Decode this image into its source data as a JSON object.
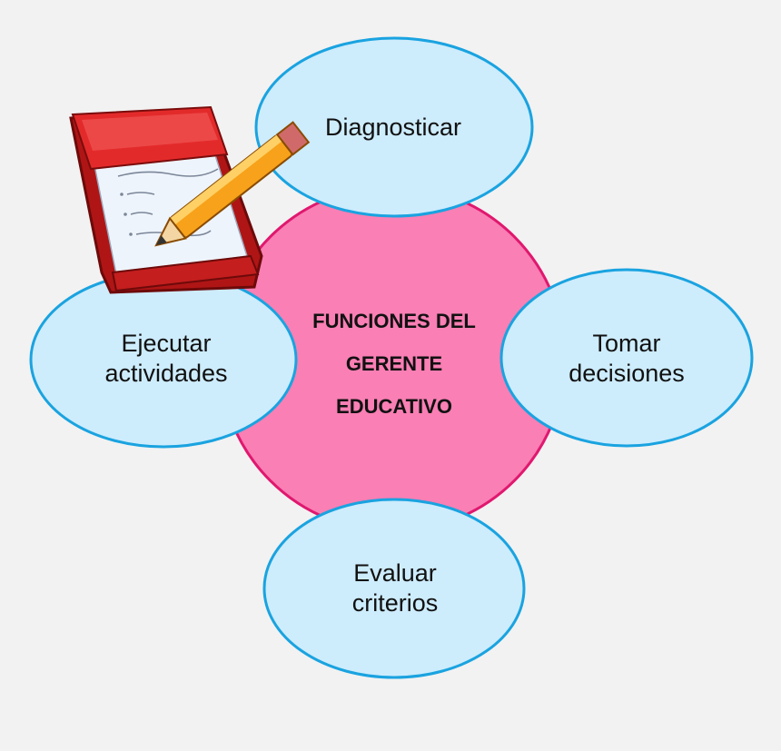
{
  "center": {
    "line1": "FUNCIONES DEL",
    "line2": "GERENTE",
    "line3": "EDUCATIVO",
    "color": "#f97fb4",
    "border": "#e0186f"
  },
  "nodes": {
    "top": {
      "line1": "Diagnosticar"
    },
    "left": {
      "line1": "Ejecutar",
      "line2": "actividades"
    },
    "right": {
      "line1": "Tomar",
      "line2": "decisiones"
    },
    "bottom": {
      "line1": "Evaluar",
      "line2": "criterios"
    }
  },
  "bubble_colors": {
    "fill": "#cdecfc",
    "stroke": "#1aa3e0"
  },
  "icons": {
    "notepad": "notepad-pencil-icon"
  }
}
